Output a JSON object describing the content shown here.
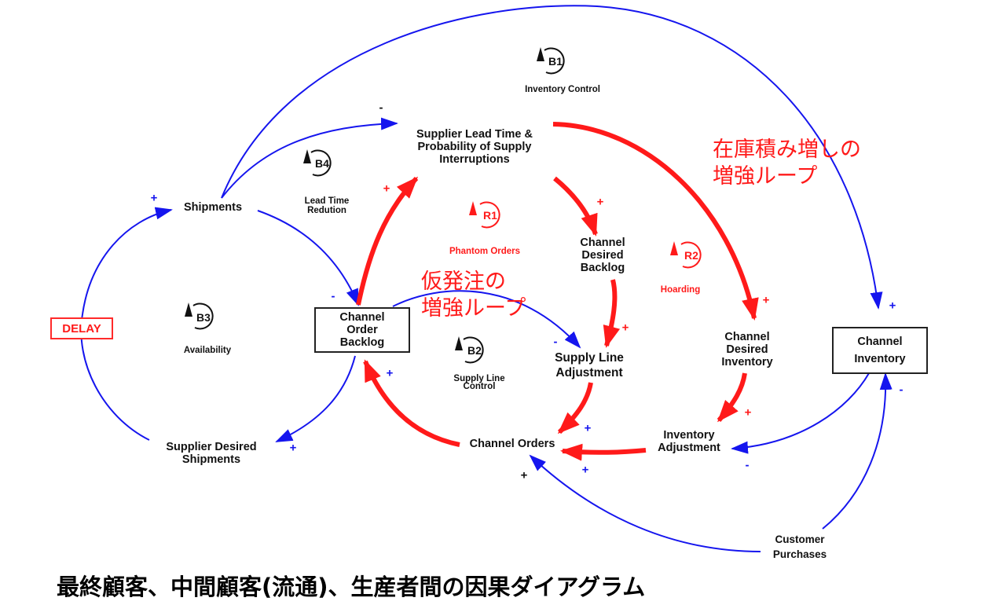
{
  "diagram": {
    "caption": "最終顧客、中間顧客(流通)、生産者間の因果ダイアグラム",
    "colors": {
      "balancing_link": "#1515ee",
      "reinforcing_link": "#ff1a1a",
      "text": "#111111",
      "annotation": "#ff1a1a"
    },
    "nodes": {
      "shipments": [
        "Shipments"
      ],
      "supplier_lead_time": [
        "Supplier Lead Time &",
        "Probability of Supply",
        "Interruptions"
      ],
      "channel_order_backlog": [
        "Channel",
        "Order",
        "Backlog"
      ],
      "channel_desired_backlog": [
        "Channel",
        "Desired",
        "Backlog"
      ],
      "supply_line_adjustment": [
        "Supply Line",
        "Adjustment"
      ],
      "channel_desired_inventory": [
        "Channel",
        "Desired",
        "Inventory"
      ],
      "channel_inventory": [
        "Channel",
        "Inventory"
      ],
      "inventory_adjustment": [
        "Inventory",
        "Adjustment"
      ],
      "channel_orders": [
        "Channel Orders"
      ],
      "supplier_desired_shipments": [
        "Supplier Desired",
        "Shipments"
      ],
      "customer_purchases": [
        "Customer",
        "Purchases"
      ]
    },
    "delay_label": "DELAY",
    "loops": [
      {
        "id": "B1",
        "name": [
          "Inventory Control"
        ],
        "type": "balancing"
      },
      {
        "id": "B2",
        "name": [
          "Supply Line",
          "Control"
        ],
        "type": "balancing"
      },
      {
        "id": "B3",
        "name": [
          "Availability"
        ],
        "type": "balancing"
      },
      {
        "id": "B4",
        "name": [
          "Lead Time",
          "Redution"
        ],
        "type": "balancing"
      },
      {
        "id": "R1",
        "name": [
          "Phantom Orders"
        ],
        "type": "reinforcing"
      },
      {
        "id": "R2",
        "name": [
          "Hoarding"
        ],
        "type": "reinforcing"
      }
    ],
    "annotations": {
      "phantom_orders_jp": [
        "仮発注の",
        "増強ループ"
      ],
      "hoarding_jp": [
        "在庫積み増しの",
        "増強ループ"
      ]
    },
    "links": [
      {
        "from": "Shipments",
        "to": "Supplier Lead Time & Probability of Supply Interruptions",
        "polarity": "-"
      },
      {
        "from": "Shipments",
        "to": "Channel Inventory",
        "polarity": "+"
      },
      {
        "from": "Shipments",
        "to": "Channel Order Backlog",
        "polarity": "-"
      },
      {
        "from": "Supplier Desired Shipments",
        "to": "Shipments",
        "polarity": "+",
        "delay": true
      },
      {
        "from": "Channel Order Backlog",
        "to": "Supplier Desired Shipments",
        "polarity": "+"
      },
      {
        "from": "Channel Order Backlog",
        "to": "Supplier Lead Time & Probability of Supply Interruptions",
        "polarity": "+"
      },
      {
        "from": "Channel Order Backlog",
        "to": "Supply Line Adjustment",
        "polarity": "-"
      },
      {
        "from": "Supplier Lead Time & Probability of Supply Interruptions",
        "to": "Channel Desired Backlog",
        "polarity": "+"
      },
      {
        "from": "Supplier Lead Time & Probability of Supply Interruptions",
        "to": "Channel Desired Inventory",
        "polarity": "+"
      },
      {
        "from": "Channel Desired Backlog",
        "to": "Supply Line Adjustment",
        "polarity": "+"
      },
      {
        "from": "Supply Line Adjustment",
        "to": "Channel Orders",
        "polarity": "+"
      },
      {
        "from": "Channel Desired Inventory",
        "to": "Inventory Adjustment",
        "polarity": "+"
      },
      {
        "from": "Inventory Adjustment",
        "to": "Channel Orders",
        "polarity": "+"
      },
      {
        "from": "Channel Orders",
        "to": "Channel Order Backlog",
        "polarity": "+"
      },
      {
        "from": "Channel Inventory",
        "to": "Inventory Adjustment",
        "polarity": "-"
      },
      {
        "from": "Customer Purchases",
        "to": "Channel Inventory",
        "polarity": "-"
      },
      {
        "from": "Customer Purchases",
        "to": "Channel Orders",
        "polarity": "+"
      }
    ]
  }
}
